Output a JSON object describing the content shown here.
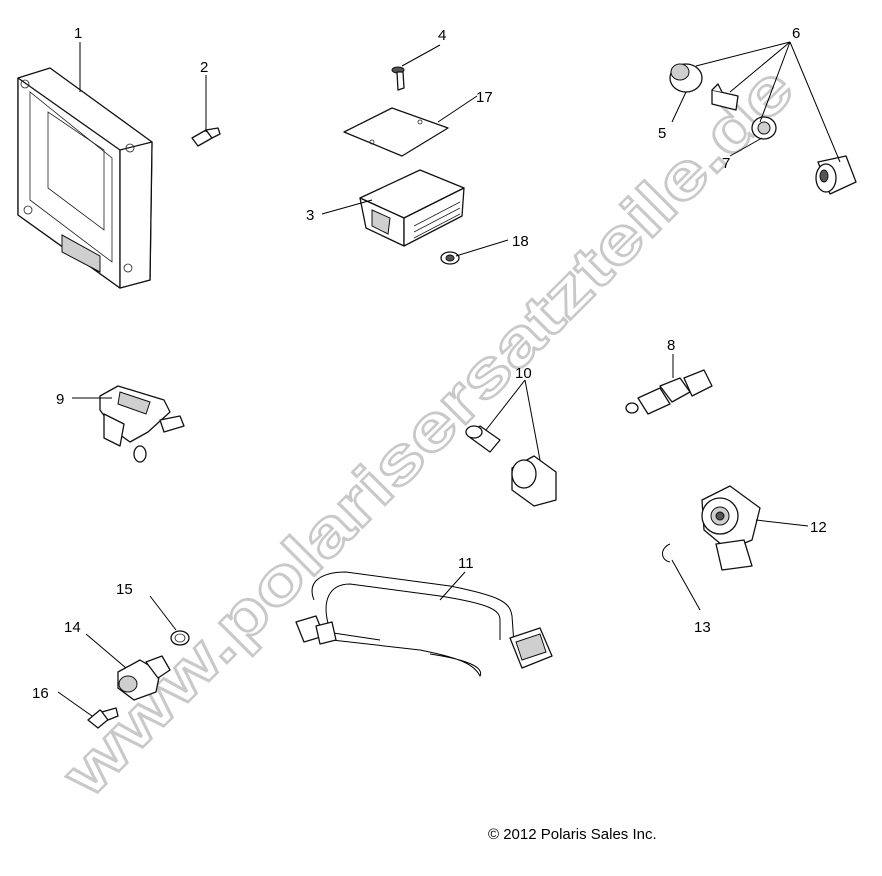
{
  "watermark": "www.polarisersatzteile.de",
  "copyright": "© 2012 Polaris Sales Inc.",
  "callouts": [
    "1",
    "2",
    "3",
    "4",
    "5",
    "6",
    "7",
    "8",
    "9",
    "10",
    "11",
    "12",
    "13",
    "14",
    "15",
    "16",
    "17",
    "18"
  ]
}
